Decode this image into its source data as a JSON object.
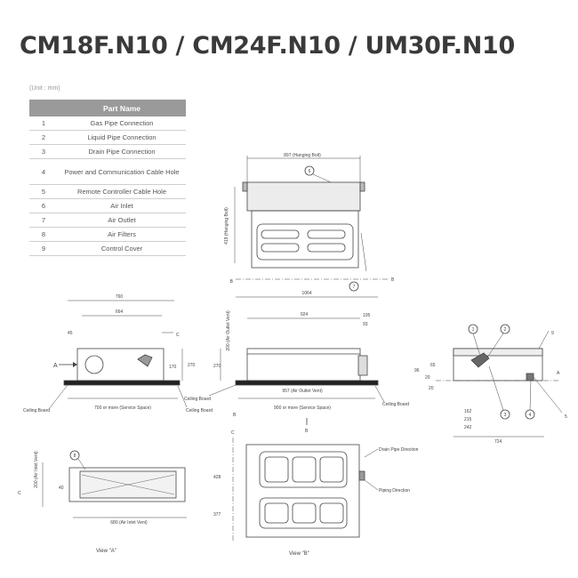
{
  "title": "CM18F.N10 / CM24F.N10 / UM30F.N10",
  "unit": "(Unit : mm)",
  "parts_table": {
    "header": "Part Name",
    "rows": [
      {
        "no": "1",
        "name": "Gas Pipe Connection"
      },
      {
        "no": "2",
        "name": "Liquid Pipe Connection"
      },
      {
        "no": "3",
        "name": "Drain Pipe Connection"
      },
      {
        "no": "4",
        "name": "Power and Communication Cable Hole"
      },
      {
        "no": "5",
        "name": "Remote Controller Cable Hole"
      },
      {
        "no": "6",
        "name": "Air Inlet"
      },
      {
        "no": "7",
        "name": "Air Outlet"
      },
      {
        "no": "8",
        "name": "Air Filters"
      },
      {
        "no": "9",
        "name": "Control Cover"
      }
    ]
  },
  "drawing": {
    "top_view": {
      "dim_width": "897 (Hanging Bolt)",
      "dim_height": "419 (Hanging Bolt)",
      "marker_top": "6",
      "marker_bottom": "7",
      "point_left": "B",
      "point_right": "B"
    },
    "side_view": {
      "dim_overall": "760",
      "dim_inner": "664",
      "dim_small": "45",
      "dim_right": "170",
      "dim_height": "270",
      "arrow_a": "A",
      "ceiling_left": "Ceiling Board",
      "ceiling_right": "Ceiling Board",
      "service": "700 or more (Service Space)",
      "point": "C"
    },
    "front_view": {
      "dim_overall": "1064",
      "dim_inner": "924",
      "dim_right_a": "105",
      "dim_right_b": "93",
      "dim_vertical": "200 (Air Outlet Vent)",
      "dim_height": "270",
      "dim_outlet": "957 (Air Outlet Vent)",
      "service": "900 or more (Service Space)",
      "ceiling_left": "Ceiling Board",
      "ceiling_right": "Ceiling Board",
      "arrow_b": "B",
      "point": "B"
    },
    "right_view": {
      "markers": [
        "1",
        "2",
        "9",
        "3",
        "4",
        "5"
      ],
      "dims": [
        "162",
        "215",
        "242",
        "724",
        "96",
        "20",
        "65",
        "20"
      ],
      "point_a": "A"
    },
    "view_a": {
      "label": "View \"A\"",
      "dim_vertical": "200 (Air Inlet Vent)",
      "dim_bottom": "680 (Air Inlet Vent)",
      "dim_small": "40",
      "marker": "8",
      "point": "C"
    },
    "view_b": {
      "label": "View \"B\"",
      "dim_left_a": "428",
      "dim_left_b": "377",
      "drain_label": "Drain Pipe Direction",
      "piping_label": "Piping Direction",
      "point": "C"
    }
  }
}
